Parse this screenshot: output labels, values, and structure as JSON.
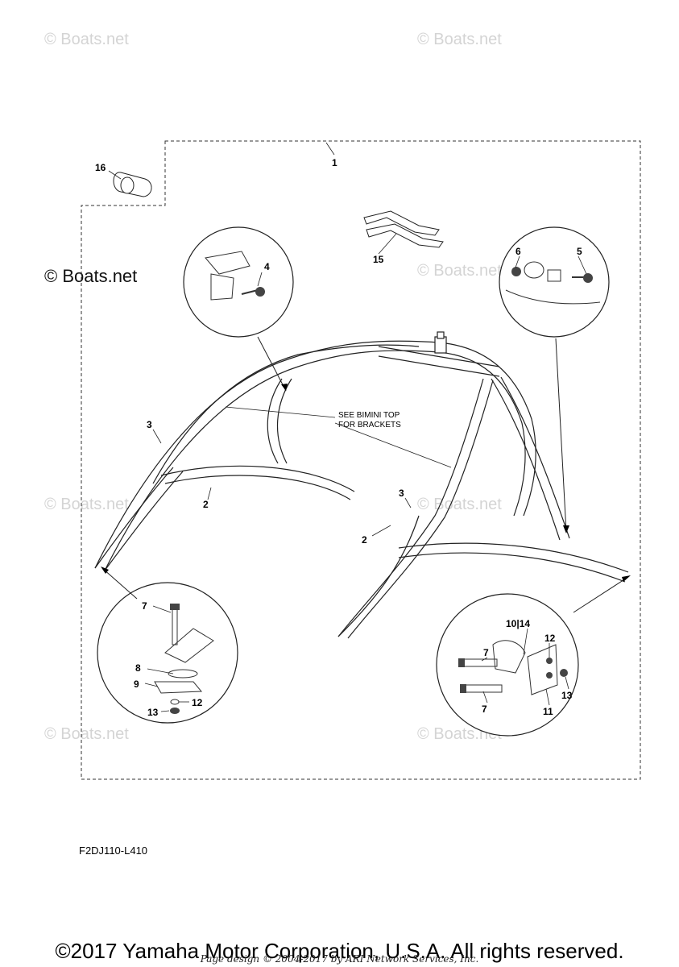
{
  "watermark": "© Boats.net",
  "note": {
    "line1": "SEE BIMINI TOP",
    "line2": "FOR BRACKETS"
  },
  "callouts": {
    "c1": "1",
    "c2a": "2",
    "c2b": "2",
    "c3a": "3",
    "c3b": "3",
    "c4": "4",
    "c5": "5",
    "c6": "6",
    "c7a": "7",
    "c7b": "7",
    "c7c": "7",
    "c8": "8",
    "c9": "9",
    "c10_14": "10|14",
    "c11": "11",
    "c12a": "12",
    "c12b": "12",
    "c13a": "13",
    "c13b": "13",
    "c15": "15",
    "c16": "16"
  },
  "diagram_code": "F2DJ110-L410",
  "footer": {
    "copyright": "©2017 Yamaha Motor Corporation, U.S.A. All rights reserved.",
    "credit": "Page design © 2004-2017 by ARI Network Services, Inc."
  }
}
